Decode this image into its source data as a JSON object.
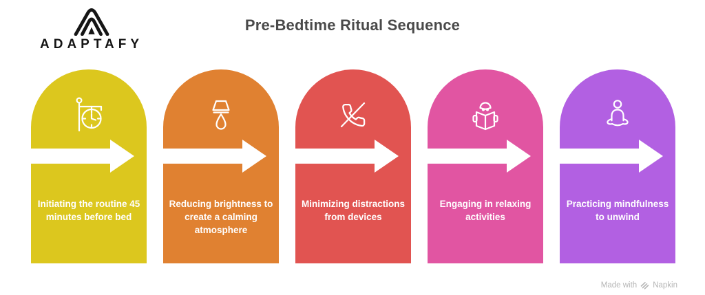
{
  "header": {
    "logo_text": "ADAPTAFY",
    "title": "Pre-Bedtime Ritual Sequence"
  },
  "steps": [
    {
      "label": "Initiating the routine 45 minutes before bed",
      "color": "#DCC71E",
      "icon": "hanging-clock"
    },
    {
      "label": "Reducing brightness to create a calming atmosphere",
      "color": "#E08131",
      "icon": "table-lamp"
    },
    {
      "label": "Minimizing distractions from devices",
      "color": "#E15451",
      "icon": "no-phone"
    },
    {
      "label": "Engaging in relaxing activities",
      "color": "#E155A2",
      "icon": "person-reading"
    },
    {
      "label": "Practicing mindfulness to unwind",
      "color": "#B260E2",
      "icon": "person-meditating"
    }
  ],
  "footer": {
    "made_with": "Made with",
    "brand": "Napkin"
  },
  "colors": {
    "arrow": "#FFFFFF",
    "title_text": "#4A4A4A",
    "logo_text": "#141414",
    "footer_text": "#B5B5B5"
  }
}
